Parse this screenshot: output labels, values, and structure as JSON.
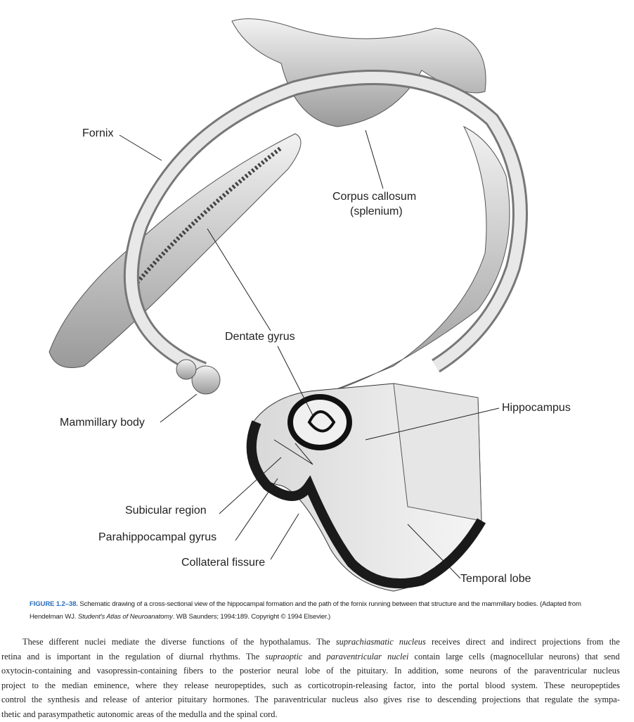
{
  "figure": {
    "labels": {
      "fornix": "Fornix",
      "corpus_callosum": "Corpus callosum",
      "splenium": "(splenium)",
      "dentate_gyrus": "Dentate gyrus",
      "hippocampus": "Hippocampus",
      "mammillary_body": "Mammillary body",
      "subicular_region": "Subicular region",
      "parahippocampal_gyrus": "Parahippocampal gyrus",
      "collateral_fissure": "Collateral fissure",
      "temporal_lobe": "Temporal lobe"
    },
    "caption": {
      "number": "FIGURE 1.2–38.",
      "text": " Schematic drawing of a cross-sectional view of the hippocampal formation and the path of the fornix running between that structure and the mammillary bodies. (Adapted from Hendelman WJ. ",
      "book_title": "Student's Atlas of Neuroanatomy",
      "text_end": ". WB Saunders; 1994:189. Copyright © 1994 Elsevier.)"
    }
  },
  "body": {
    "lines": [
      [
        {
          "t": "These different nuclei mediate the diverse functions of the hypothalamus. The "
        },
        {
          "t": "suprachiasmatic nucleus",
          "i": true
        },
        {
          "t": " receives direct and indirect projections from the"
        }
      ],
      [
        {
          "t": "retina and is important in the regulation of diurnal rhythms. The "
        },
        {
          "t": "supraoptic",
          "i": true
        },
        {
          "t": " and "
        },
        {
          "t": "paraventricular nuclei",
          "i": true
        },
        {
          "t": " contain large cells (magnocellular neurons) that send"
        }
      ],
      [
        {
          "t": "oxytocin-containing and vasopressin-containing fibers to the posterior neural lobe of the pituitary. In addition, some neurons of the paraventricular nucleus"
        }
      ],
      [
        {
          "t": "project to the median eminence, where they release neuropeptides, such as corticotropin-releasing factor, into the portal blood system. These neuropeptides"
        }
      ],
      [
        {
          "t": "control the synthesis and release of anterior pituitary hormones. The paraventricular nucleus also gives rise to descending projections that regulate the sympa-"
        }
      ],
      [
        {
          "t": "thetic and parasympathetic autonomic areas of the medulla and the spinal cord."
        }
      ]
    ]
  }
}
